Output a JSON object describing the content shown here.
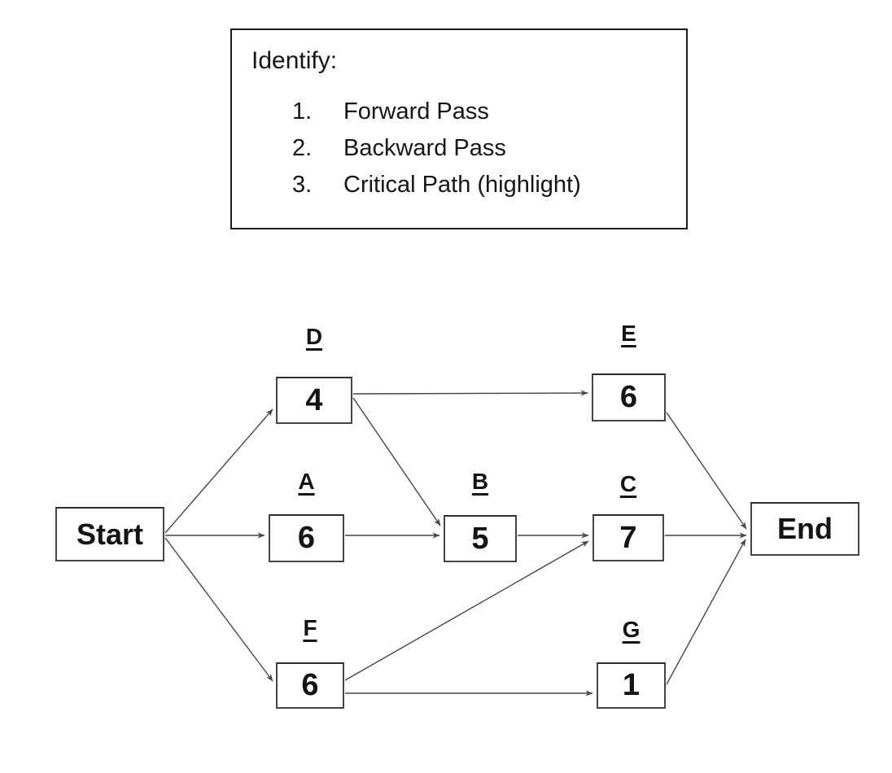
{
  "instructions": {
    "title": "Identify:",
    "items": [
      {
        "num": "1.",
        "text": "Forward Pass"
      },
      {
        "num": "2.",
        "text": "Backward Pass"
      },
      {
        "num": "3.",
        "text": "Critical Path (highlight)"
      }
    ]
  },
  "diagram": {
    "type": "activity-on-node network diagram",
    "nodes": [
      {
        "id": "start",
        "label": "Start"
      },
      {
        "id": "end",
        "label": "End"
      },
      {
        "id": "D",
        "letter": "D",
        "value": "4"
      },
      {
        "id": "E",
        "letter": "E",
        "value": "6"
      },
      {
        "id": "A",
        "letter": "A",
        "value": "6"
      },
      {
        "id": "B",
        "letter": "B",
        "value": "5"
      },
      {
        "id": "C",
        "letter": "C",
        "value": "7"
      },
      {
        "id": "F",
        "letter": "F",
        "value": "6"
      },
      {
        "id": "G",
        "letter": "G",
        "value": "1"
      }
    ],
    "edges": [
      {
        "from": "Start",
        "to": "D"
      },
      {
        "from": "Start",
        "to": "A"
      },
      {
        "from": "Start",
        "to": "F"
      },
      {
        "from": "D",
        "to": "E"
      },
      {
        "from": "D",
        "to": "B"
      },
      {
        "from": "A",
        "to": "B"
      },
      {
        "from": "B",
        "to": "C"
      },
      {
        "from": "F",
        "to": "C"
      },
      {
        "from": "F",
        "to": "G"
      },
      {
        "from": "C",
        "to": "End"
      },
      {
        "from": "E",
        "to": "End"
      },
      {
        "from": "G",
        "to": "End"
      }
    ],
    "colors": {
      "background": "#ffffff",
      "line": "#474747",
      "box_border": "#454545",
      "text": "#141414"
    }
  }
}
